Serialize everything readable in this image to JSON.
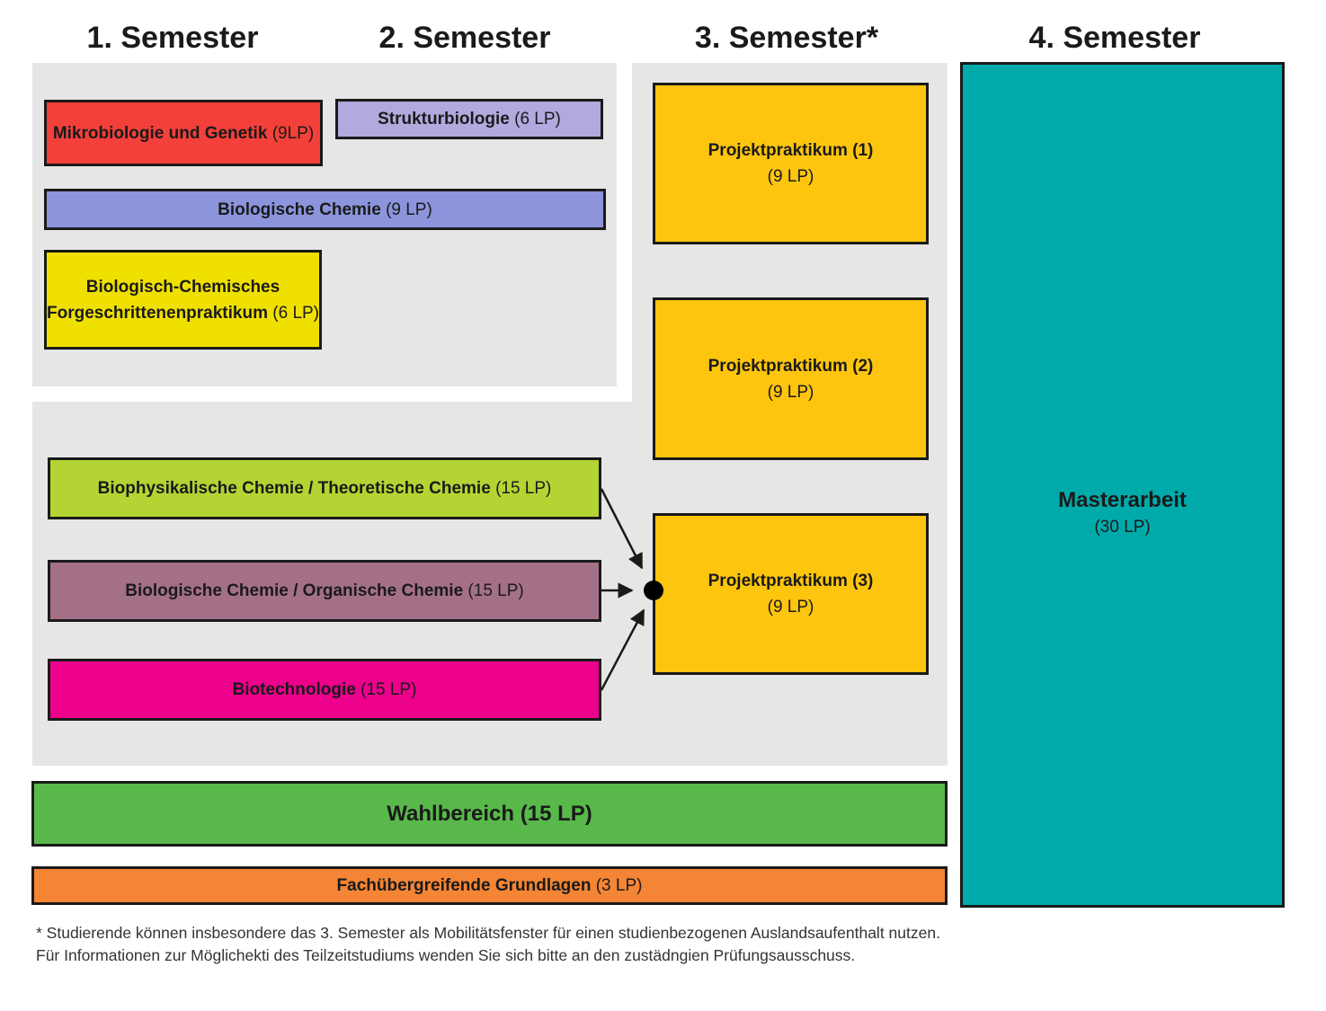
{
  "headers": {
    "s1": "1. Semester",
    "s2": "2. Semester",
    "s3": "3. Semester*",
    "s4": "4. Semester"
  },
  "modules": {
    "mikrobiologie": {
      "name": "Mikrobiologie und Genetik",
      "lp": "(9LP)"
    },
    "strukturbiologie": {
      "name": "Strukturbiologie",
      "lp": "(6 LP)"
    },
    "biol_chemie": {
      "name": "Biologische Chemie",
      "lp": "(9 LP)"
    },
    "fp_line1": "Biologisch-Chemisches",
    "fp_line2": "Forgeschrittenenpraktikum",
    "fp_lp": "(6 LP)",
    "biophys": {
      "name": "Biophysikalische Chemie / Theoretische Chemie",
      "lp": "(15 LP)"
    },
    "organ": {
      "name": "Biologische Chemie / Organische Chemie",
      "lp": "(15 LP)"
    },
    "biotech": {
      "name": "Biotechnologie",
      "lp": "(15 LP)"
    },
    "pp1": {
      "name": "Projektpraktikum (1)",
      "lp": "(9 LP)"
    },
    "pp2": {
      "name": "Projektpraktikum (2)",
      "lp": "(9 LP)"
    },
    "pp3": {
      "name": "Projektpraktikum (3)",
      "lp": "(9 LP)"
    },
    "master": {
      "name": "Masterarbeit",
      "lp": "(30 LP)"
    },
    "wahl": "Wahlbereich (15 LP)",
    "fach": {
      "name": "Fachübergreifende Grundlagen",
      "lp": "(3 LP)"
    }
  },
  "footnote": {
    "line1": "* Studierende können insbesondere das 3. Semester als Mobilitätsfenster für einen studienbezogenen Auslandsaufenthalt nutzen.",
    "line2": "Für Informationen zur Möglichekti des Teilzeitstudiums wenden Sie sich bitte an den zustädngien Prüfungsausschuss."
  },
  "colors": {
    "background_panel": "#e6e6e6",
    "mikrobiologie": "#f4403a",
    "strukturbiologie": "#b0aadf",
    "biol_chemie": "#8c94dc",
    "fp": "#efe000",
    "biophys": "#b4d434",
    "organ": "#a47088",
    "biotech": "#ec008c",
    "projektpraktikum": "#fec50e",
    "master": "#00aaaa",
    "wahl": "#58b94a",
    "fach": "#f48535"
  }
}
